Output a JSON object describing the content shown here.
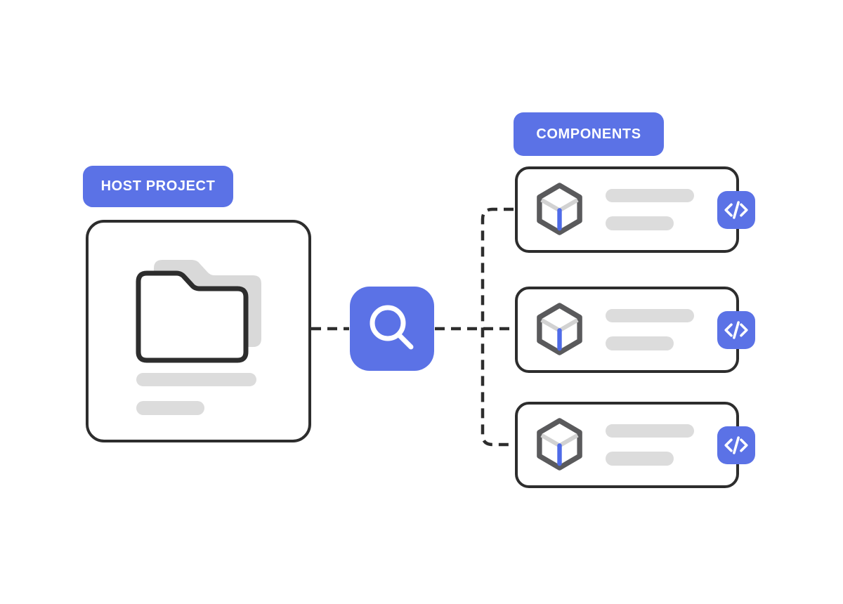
{
  "diagram": {
    "background_color": "#ffffff",
    "accent_color": "#5b72e6",
    "outline_color": "#2d2d2d",
    "placeholder_color": "#dcdcdc",
    "cube_outline_color": "#5a5a5c",
    "cube_top_color": "#d2d2d2",
    "cube_edge_color": "#4f6be8",
    "host": {
      "badge_label": "HOST PROJECT",
      "icon": "folder-icon",
      "placeholder_bars": 2
    },
    "link": {
      "icon": "search-icon",
      "line_style": "dashed"
    },
    "components": {
      "badge_label": "COMPONENTS",
      "items": [
        {
          "icon": "cube-icon",
          "action_icon": "code-icon",
          "placeholder_bars": 2
        },
        {
          "icon": "cube-icon",
          "action_icon": "code-icon",
          "placeholder_bars": 2
        },
        {
          "icon": "cube-icon",
          "action_icon": "code-icon",
          "placeholder_bars": 2
        }
      ]
    }
  }
}
